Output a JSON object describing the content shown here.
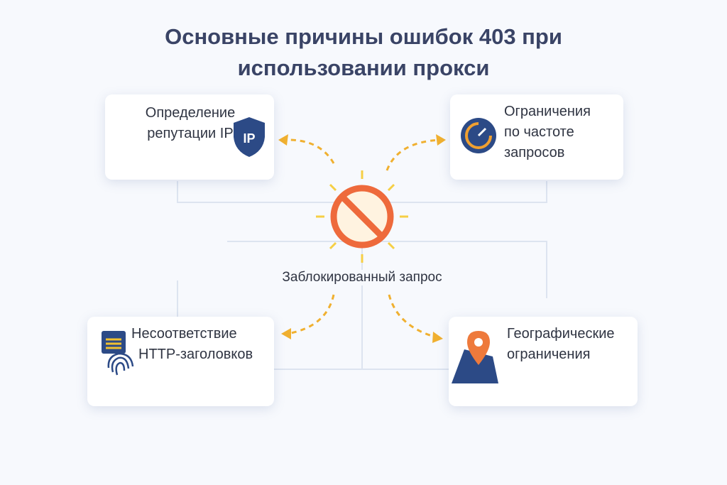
{
  "title_line1": "Основные причины ошибок 403 при",
  "title_line2": "использовании прокси",
  "center_label": "Заблокированный запрос",
  "cards": [
    {
      "line1": "Определение",
      "line2": "репутации IP",
      "icon": "shield-ip-icon",
      "icon_text": "IP"
    },
    {
      "line1": "Ограничения",
      "line2": "по частоте",
      "line3": "запросов",
      "icon": "gauge-icon"
    },
    {
      "line1": "Несоответствие",
      "line2": "HTTP-заголовков",
      "icon": "fingerprint-card-icon"
    },
    {
      "line1": "Географические",
      "line2": "ограничения",
      "icon": "map-pin-icon"
    }
  ],
  "colors": {
    "accent": "#f0a030",
    "block": "#ee6a3c",
    "navy": "#2c4a86"
  }
}
